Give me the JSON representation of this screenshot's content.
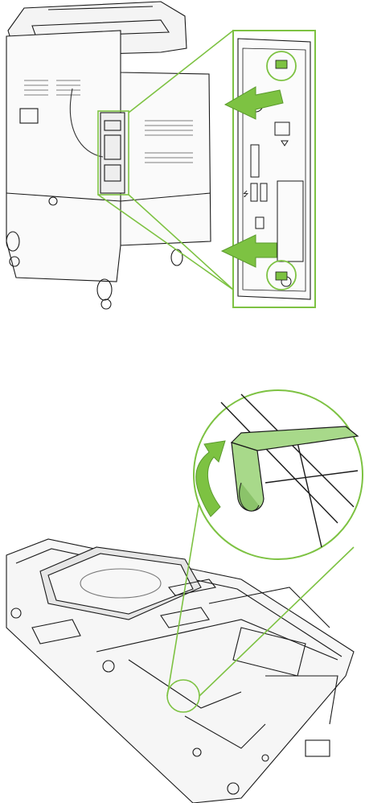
{
  "colors": {
    "accent_green": "#7dc242",
    "light_green": "#a8d98a",
    "line_dark": "#1a1a1a",
    "line_gray": "#555555",
    "fill_light": "#f2f2f2",
    "fill_mid": "#d9d9d9"
  },
  "figures": [
    {
      "id": "printer-rear-view",
      "callout": "formatter-board-tabs-magnified"
    },
    {
      "id": "formatter-board-cable-latch",
      "callout": "latch-magnified"
    }
  ],
  "icons": [
    "arrow-left-icon",
    "arrow-curved-icon",
    "usb-icon",
    "network-port-icon",
    "phone-jack-icon"
  ]
}
